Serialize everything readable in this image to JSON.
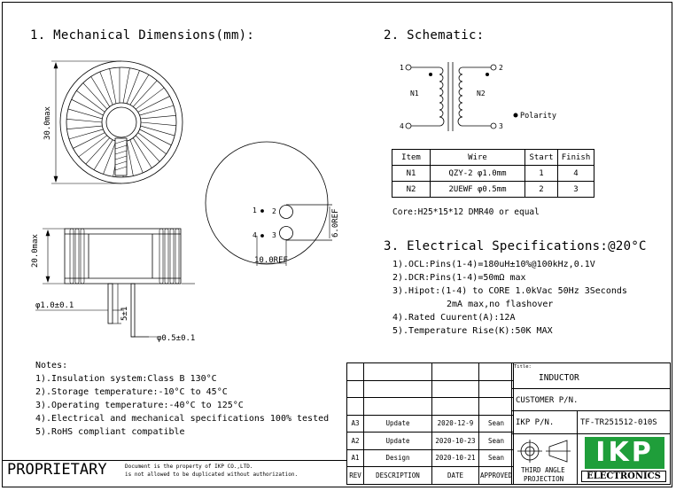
{
  "sections": {
    "mechanical": "1. Mechanical Dimensions(mm):",
    "schematic": "2. Schematic:",
    "electrical": "3. Electrical Specifications:@20°C"
  },
  "dimensions": {
    "dia": "30.0max",
    "height": "20.0max",
    "lead_dia": "φ1.0±0.1",
    "lead_len": "5±1",
    "pin_dia": "φ0.5±0.1",
    "ref_v": "6.0REF",
    "ref_h": "10.0REF"
  },
  "pinout": {
    "p1": "1",
    "p2": "2",
    "p3": "3",
    "p4": "4"
  },
  "schematic": {
    "pins": {
      "p1": "1",
      "p2": "2",
      "p3": "3",
      "p4": "4"
    },
    "n1": "N1",
    "n2": "N2",
    "polarity": "Polarity",
    "core": "Core:H25*15*12 DMR40 or equal"
  },
  "wire_table": {
    "headers": [
      "Item",
      "Wire",
      "Start",
      "Finish"
    ],
    "rows": [
      [
        "N1",
        "QZY-2 φ1.0mm",
        "1",
        "4"
      ],
      [
        "N2",
        "2UEWF φ0.5mm",
        "2",
        "3"
      ]
    ]
  },
  "electrical": [
    "1).OCL:Pins(1-4)=180uH±10%@100kHz,0.1V",
    "2).DCR:Pins(1-4)=50mΩ max",
    "3).Hipot:(1-4) to CORE 1.0kVac 50Hz 3Seconds",
    "2mA max,no flashover",
    "4).Rated Cuurent(A):12A",
    "5).Temperature Rise(K):50K MAX"
  ],
  "notes": {
    "title": "Notes:",
    "items": [
      "1).Insulation system:Class B 130°C",
      "2).Storage temperature:-10°C to 45°C",
      "3).Operating temperature:-40°C to 125°C",
      "4).Electrical and mechanical specifications 100% tested",
      "5).RoHS compliant compatible"
    ]
  },
  "proprietary": {
    "label": "PROPRIETARY",
    "line1": "Document is the property of IKP CO.,LTD.",
    "line2": "is not allowed to be duplicated without authorization."
  },
  "revisions": {
    "rows": [
      [
        "A3",
        "Update",
        "2020-12-9",
        "Sean"
      ],
      [
        "A2",
        "Update",
        "2020-10-23",
        "Sean"
      ],
      [
        "A1",
        "Design",
        "2020-10-21",
        "Sean"
      ]
    ],
    "headers": [
      "REV",
      "DESCRIPTION",
      "DATE",
      "APPROVED"
    ]
  },
  "title_block": {
    "title_label": "Title:",
    "title": "INDUCTOR",
    "customer_pn": "CUSTOMER P/N.",
    "ikp_pn_label": "IKP P/N.",
    "ikp_pn": "TF-TR251512-010S",
    "projection_1": "THIRD ANGLE",
    "projection_2": "PROJECTION",
    "logo_text": "IKP",
    "logo_sub": "ELECTRONICS"
  },
  "colors": {
    "logo_green": "#1f9e3a",
    "ink": "#000000"
  }
}
